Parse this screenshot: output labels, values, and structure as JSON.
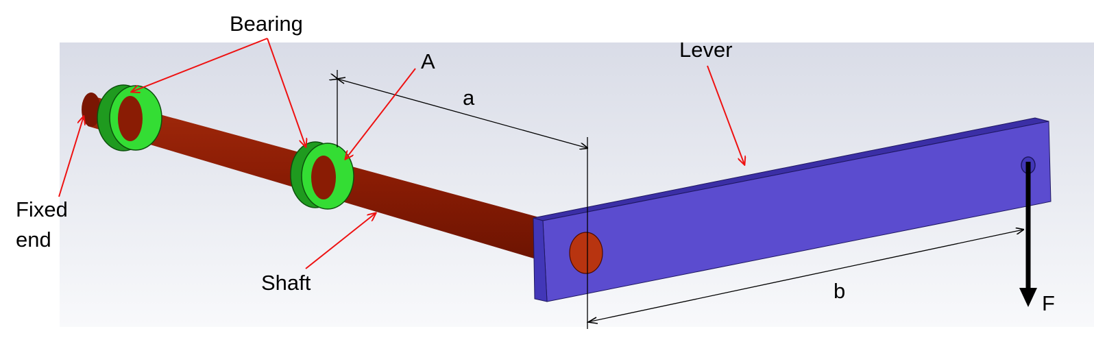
{
  "labels": {
    "bearing": "Bearing",
    "lever": "Lever",
    "point_a": "A",
    "dim_a": "a",
    "dim_b": "b",
    "fixed_end_line1": "Fixed",
    "fixed_end_line2": "end",
    "shaft": "Shaft",
    "force": "F"
  },
  "colors": {
    "shaft": "#8a1c04",
    "shaft_end": "#b83410",
    "bearing_dark": "#1f9a1f",
    "bearing_light": "#34dd34",
    "lever_face": "#5b4ccf",
    "lever_top": "#3b2fa6",
    "lever_side": "#4237b8",
    "leader": "#ee1111",
    "dimension": "#000000",
    "force_arrow": "#000000",
    "background_top": "#d8dbe6",
    "background_bottom": "#f7f8fa"
  }
}
